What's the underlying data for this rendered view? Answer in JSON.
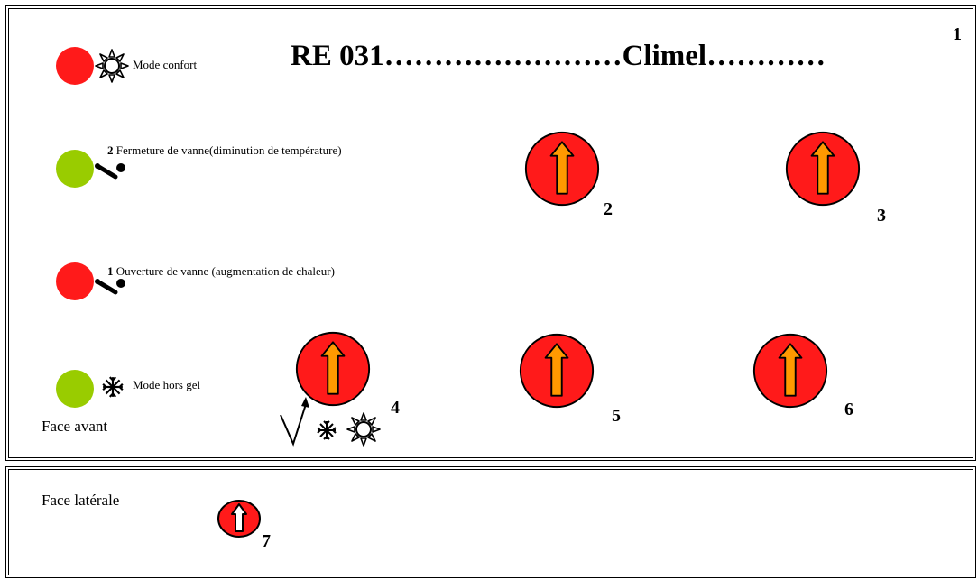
{
  "panel_number": "1",
  "title": "RE 031……………………Climel…………",
  "colors": {
    "led_red": "#ff1a1a",
    "led_green": "#99cc00",
    "knob_red": "#ff1a1a",
    "arrow_orange": "#ff9900"
  },
  "indicators": [
    {
      "color": "red",
      "icon": "sun-icon",
      "label": "Mode confort"
    },
    {
      "color": "green",
      "icon": "valve-icon",
      "number": "2",
      "label": "Fermeture de vanne(diminution de température)"
    },
    {
      "color": "red",
      "icon": "valve-icon",
      "number": "1",
      "label": "Ouverture de vanne (augmentation de chaleur)"
    },
    {
      "color": "green",
      "icon": "snowflake-icon",
      "label": "Mode hors gel"
    }
  ],
  "front_label": "Face avant",
  "knobs": [
    "2",
    "3",
    "4",
    "5",
    "6"
  ],
  "side_label": "Face latérale",
  "side_knob": "7"
}
